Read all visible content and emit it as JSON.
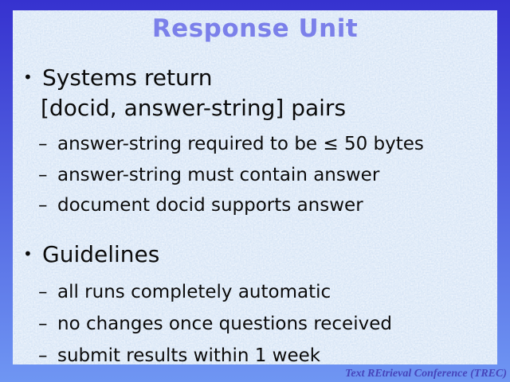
{
  "slide": {
    "title": "Response Unit"
  },
  "glyphs": {
    "bullet": "•",
    "dash": "–"
  },
  "content": [
    {
      "lines": [
        "Systems return",
        "[docid, answer-string] pairs"
      ],
      "subs": [
        "answer-string required to be ≤ 50 bytes",
        "answer-string must contain answer",
        "document docid supports answer"
      ]
    },
    {
      "lines": [
        "Guidelines"
      ],
      "subs": [
        "all runs completely automatic",
        "no changes once questions received",
        "submit results within 1 week"
      ]
    }
  ],
  "footer": {
    "text": "Text REtrieval Conference (TREC)"
  },
  "colors": {
    "bg-top": "#3632cf",
    "bg-bottom": "#6f96f3",
    "paper": "#d3e2f4",
    "title": "#7b80ea",
    "ink": "#0b0b0b",
    "footer": "#4645bb"
  }
}
